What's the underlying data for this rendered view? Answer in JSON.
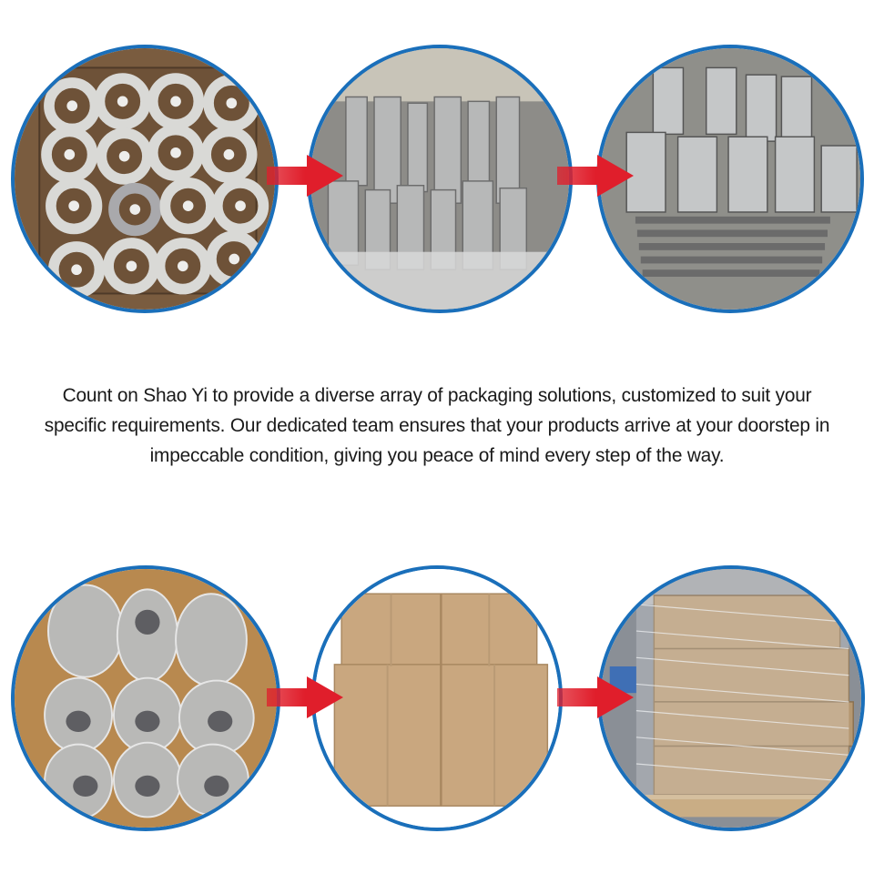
{
  "caption": {
    "text": "Count on Shao Yi to provide a diverse array of packaging solutions, customized to suit your specific requirements. Our dedicated team ensures that your products arrive at your doorstep in impeccable condition, giving you peace of mind every step of the way."
  },
  "colors": {
    "circle_border": "#1a6fba",
    "arrow": "#e01e2b",
    "text": "#1a1a1a",
    "background": "#ffffff"
  },
  "top_row": [
    {
      "alt": "Aluminum three-spoke parts arranged in a cardboard box"
    },
    {
      "alt": "Machined steel shafts laid in plastic wrap"
    },
    {
      "alt": "Rows of machined shafts stacked on protective plastic layers"
    }
  ],
  "bottom_row": [
    {
      "alt": "Parts wrapped in bubble wrap inside divided carton"
    },
    {
      "alt": "Four sealed cardboard shipping boxes"
    },
    {
      "alt": "Stretch-wrapped pallet of cartons in warehouse"
    }
  ],
  "icons": {
    "arrow": "right-arrow-icon"
  }
}
